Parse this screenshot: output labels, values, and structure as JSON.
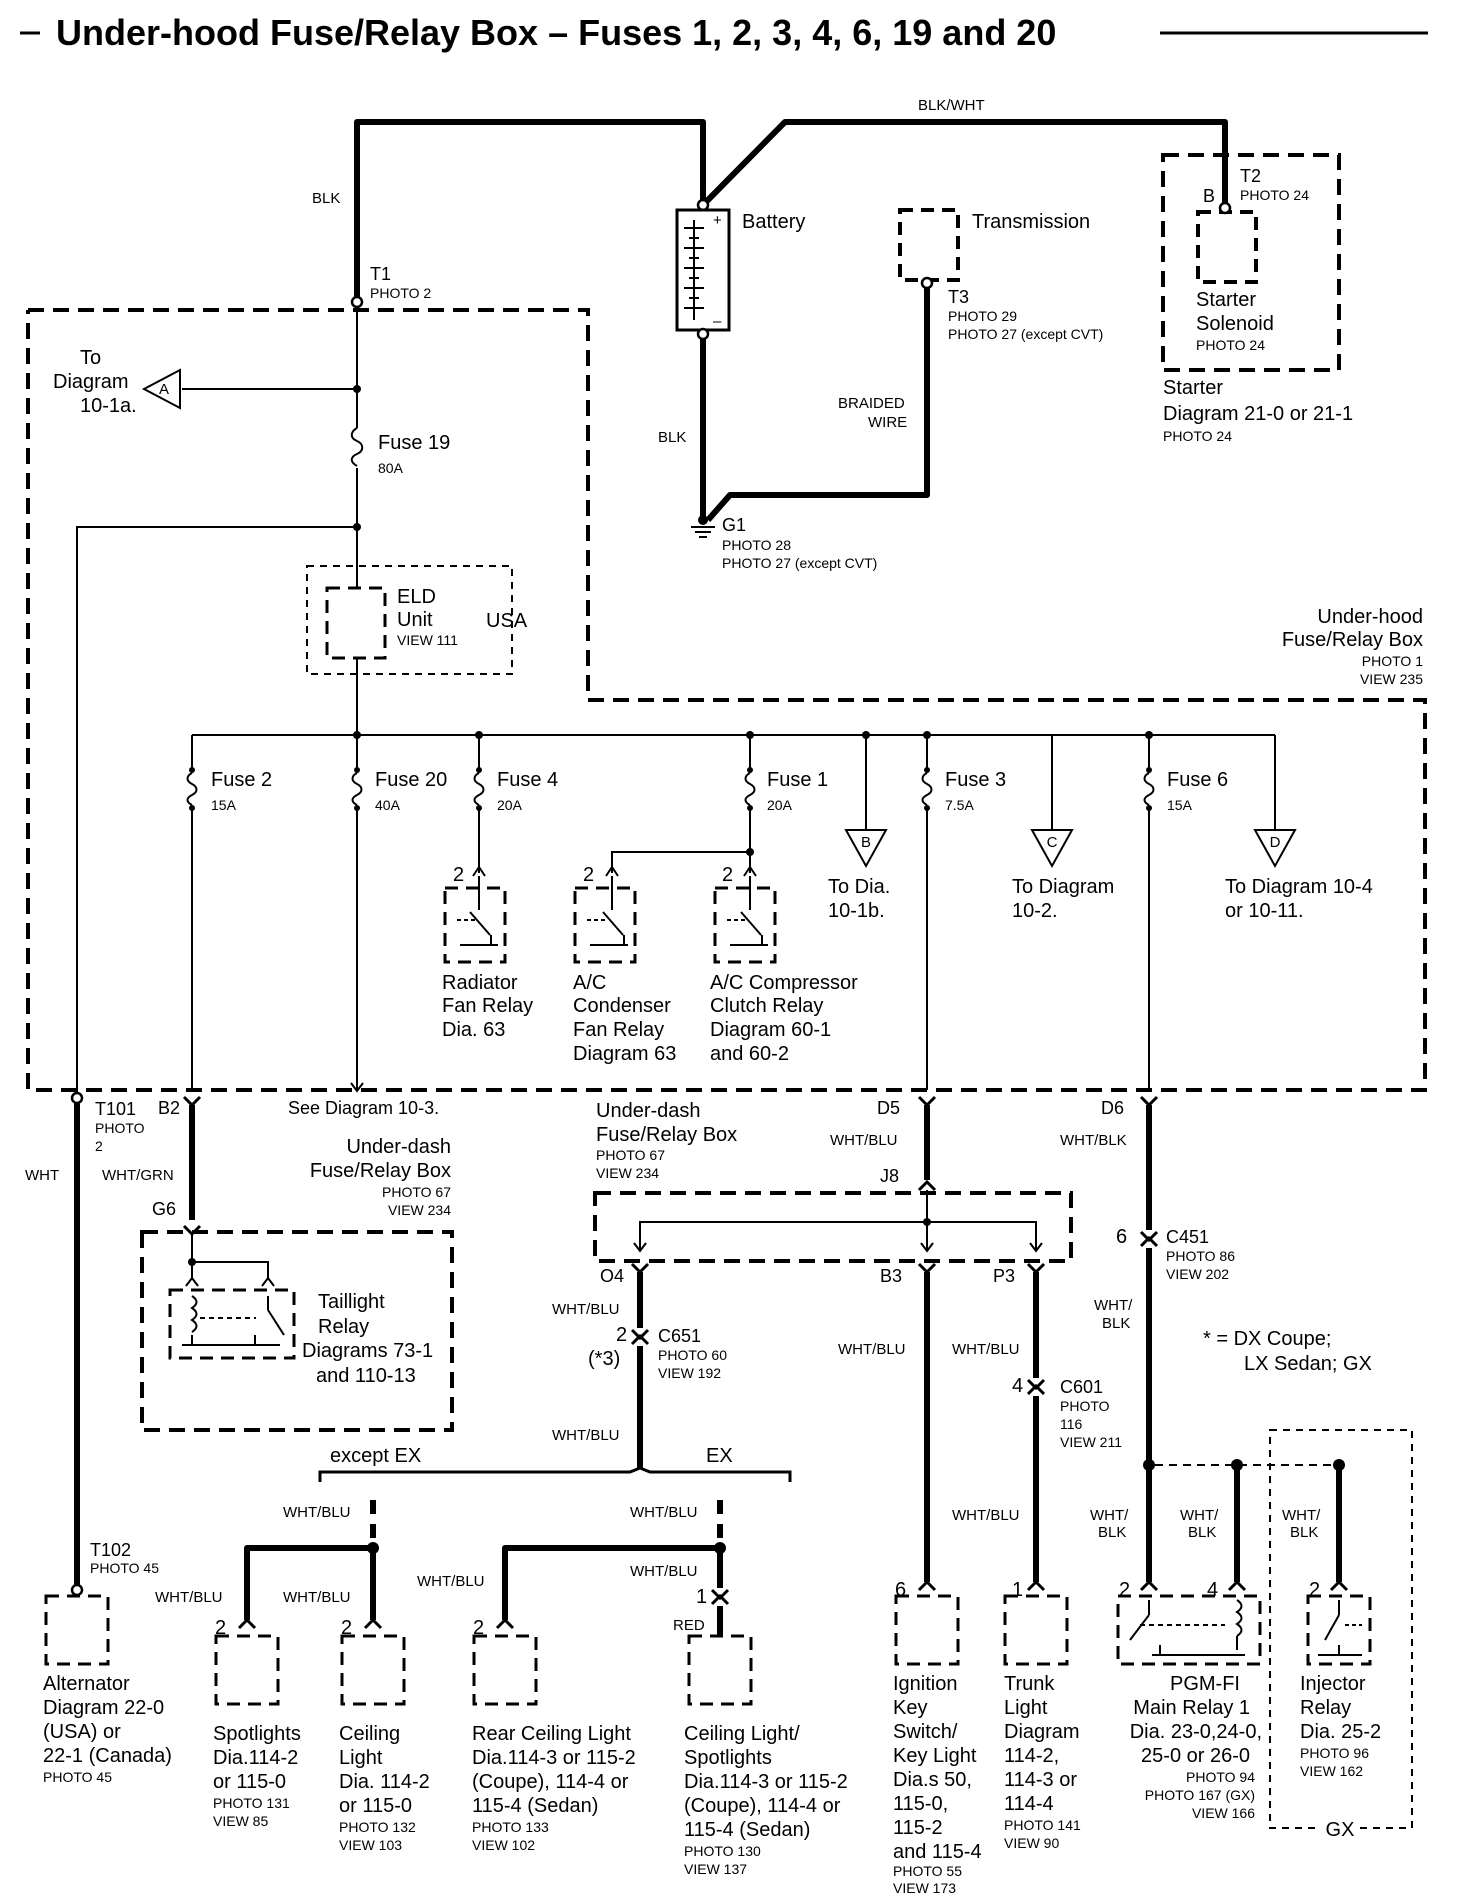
{
  "title": "Under-hood Fuse/Relay Box – Fuses 1, 2, 3, 4, 6, 19 and 20",
  "top": {
    "blk_wht": "BLK/WHT",
    "blk_left": "BLK",
    "blk_bat": "BLK",
    "battery": "Battery",
    "battery_plus": "+",
    "battery_minus": "–",
    "transmission": "Transmission",
    "t1": "T1",
    "t1_photo": "PHOTO 2",
    "t2": "T2",
    "t2_photo": "PHOTO 24",
    "b": "B",
    "t3": "T3",
    "t3_photo1": "PHOTO 29",
    "t3_photo2": "PHOTO 27 (except CVT)",
    "braided1": "BRAIDED",
    "braided2": "WIRE",
    "g1": "G1",
    "g1_photo1": "PHOTO 28",
    "g1_photo2": "PHOTO 27 (except CVT)",
    "starter_solenoid1": "Starter",
    "starter_solenoid2": "Solenoid",
    "starter_solenoid_photo": "PHOTO 24",
    "starter_diag1": "Starter",
    "starter_diag2": "Diagram 21-0 or 21-1",
    "starter_diag_photo": "PHOTO 24"
  },
  "uh_box": {
    "to1": "To",
    "to2": "Diagram",
    "to3": "10-1a.",
    "conn_a": "A",
    "conn_b": "B",
    "conn_c": "C",
    "conn_d": "D",
    "fuse19": "Fuse 19",
    "fuse19_amp": "80A",
    "eld1": "ELD",
    "eld2": "Unit",
    "eld_view": "VIEW 111",
    "usa": "USA",
    "name1": "Under-hood",
    "name2": "Fuse/Relay Box",
    "photo": "PHOTO 1",
    "view": "VIEW 235",
    "fuse2": "Fuse 2",
    "fuse2_amp": "15A",
    "fuse20": "Fuse 20",
    "fuse20_amp": "40A",
    "fuse4": "Fuse 4",
    "fuse4_amp": "20A",
    "fuse1": "Fuse 1",
    "fuse1_amp": "20A",
    "fuse3": "Fuse 3",
    "fuse3_amp": "7.5A",
    "fuse6": "Fuse 6",
    "fuse6_amp": "15A",
    "pin2": "2",
    "rad1": "Radiator",
    "rad2": "Fan Relay",
    "rad3": "Dia. 63",
    "acc1": "A/C",
    "acc2": "Condenser",
    "acc3": "Fan Relay",
    "acc4": "Diagram 63",
    "acp1": "A/C Compressor",
    "acp2": "Clutch Relay",
    "acp3": "Diagram 60-1",
    "acp4": "and 60-2",
    "b_to1": "To  Dia.",
    "b_to2": "10-1b.",
    "c_to1": "To Diagram",
    "c_to2": "10-2.",
    "d_to1": "To Diagram 10-4",
    "d_to2": "or 10-11."
  },
  "mid": {
    "t101": "T101",
    "t101_photo1": "PHOTO",
    "t101_photo2": "2",
    "b2": "B2",
    "see": "See Diagram 10-3.",
    "wht": "WHT",
    "wht_grn": "WHT/GRN",
    "ud1": "Under-dash",
    "ud2": "Fuse/Relay Box",
    "ud_photo": "PHOTO 67",
    "ud_view": "VIEW 234",
    "g6": "G6",
    "tail1": "Taillight",
    "tail2": "Relay",
    "tail3": "Diagrams 73-1",
    "tail4": "and 110-13",
    "udb1": "Under-dash",
    "udb2": "Fuse/Relay Box",
    "udb_photo": "PHOTO 67",
    "udb_view": "VIEW 234",
    "d5": "D5",
    "d6": "D6",
    "j8": "J8",
    "wht_blu": "WHT/BLU",
    "wht_blk": "WHT/BLK",
    "o4": "O4",
    "b3": "B3",
    "p3": "P3",
    "c451_pin": "6",
    "c451": "C451",
    "c451_photo": "PHOTO 86",
    "c451_view": "VIEW 202",
    "wht1": "WHT/",
    "blk1": "BLK",
    "c651_pin": "2",
    "c651_star": "(*3)",
    "c651": "C651",
    "c651_photo": "PHOTO 60",
    "c651_view": "VIEW 192",
    "c601_pin": "4",
    "c601": "C601",
    "c601_photo": "PHOTO",
    "c601_photo_num": "116",
    "c601_view": "VIEW 211",
    "note1": "* = DX Coupe;",
    "note2": "LX Sedan; GX"
  },
  "bottom": {
    "except_ex": "except EX",
    "ex": "EX",
    "red": "RED",
    "t102": "T102",
    "t102_photo": "PHOTO 45",
    "alt1": "Alternator",
    "alt2": "Diagram 22-0",
    "alt3": "(USA) or",
    "alt4": "22-1 (Canada)",
    "alt_photo": "PHOTO 45",
    "spot1": "Spotlights",
    "spot2": "Dia.114-2",
    "spot3": "or 115-0",
    "spot_photo": "PHOTO 131",
    "spot_view": "VIEW 85",
    "ceil1": "Ceiling",
    "ceil2": "Light",
    "ceil3": "Dia. 114-2",
    "ceil4": "or 115-0",
    "ceil_photo": "PHOTO 132",
    "ceil_view": "VIEW 103",
    "rear1": "Rear Ceiling Light",
    "rear2": "Dia.114-3 or 115-2",
    "rear3": "(Coupe), 114-4 or",
    "rear4": "115-4 (Sedan)",
    "rear_photo": "PHOTO 133",
    "rear_view": "VIEW 102",
    "cls1": "Ceiling Light/",
    "cls2": "Spotlights",
    "cls3": "Dia.114-3 or 115-2",
    "cls4": "(Coupe), 114-4 or",
    "cls5": "115-4 (Sedan)",
    "cls_photo": "PHOTO 130",
    "cls_view": "VIEW 137",
    "ign1": "Ignition",
    "ign2": "Key",
    "ign3": "Switch/",
    "ign4": "Key Light",
    "ign5": "Dia.s 50,",
    "ign6": "115-0,",
    "ign7": "115-2",
    "ign8": "and 115-4",
    "ign_photo": "PHOTO 55",
    "ign_view": "VIEW 173",
    "trk1": "Trunk",
    "trk2": "Light",
    "trk3": "Diagram",
    "trk4": "114-2,",
    "trk5": "114-3 or",
    "trk6": "114-4",
    "trk_photo": "PHOTO 141",
    "trk_view": "VIEW 90",
    "pgm1": "PGM-FI",
    "pgm2": "Main Relay 1",
    "pgm3": "Dia. 23-0,24-0,",
    "pgm4": "25-0 or 26-0",
    "pgm_photo1": "PHOTO 94",
    "pgm_photo2": "PHOTO 167 (GX)",
    "pgm_view": "VIEW 166",
    "inj1": "Injector",
    "inj2": "Relay",
    "inj3": "Dia. 25-2",
    "inj_photo": "PHOTO 96",
    "inj_view": "VIEW 162",
    "gx": "GX",
    "pin1": "1",
    "pin2": "2",
    "pin4": "4",
    "pin6": "6"
  }
}
